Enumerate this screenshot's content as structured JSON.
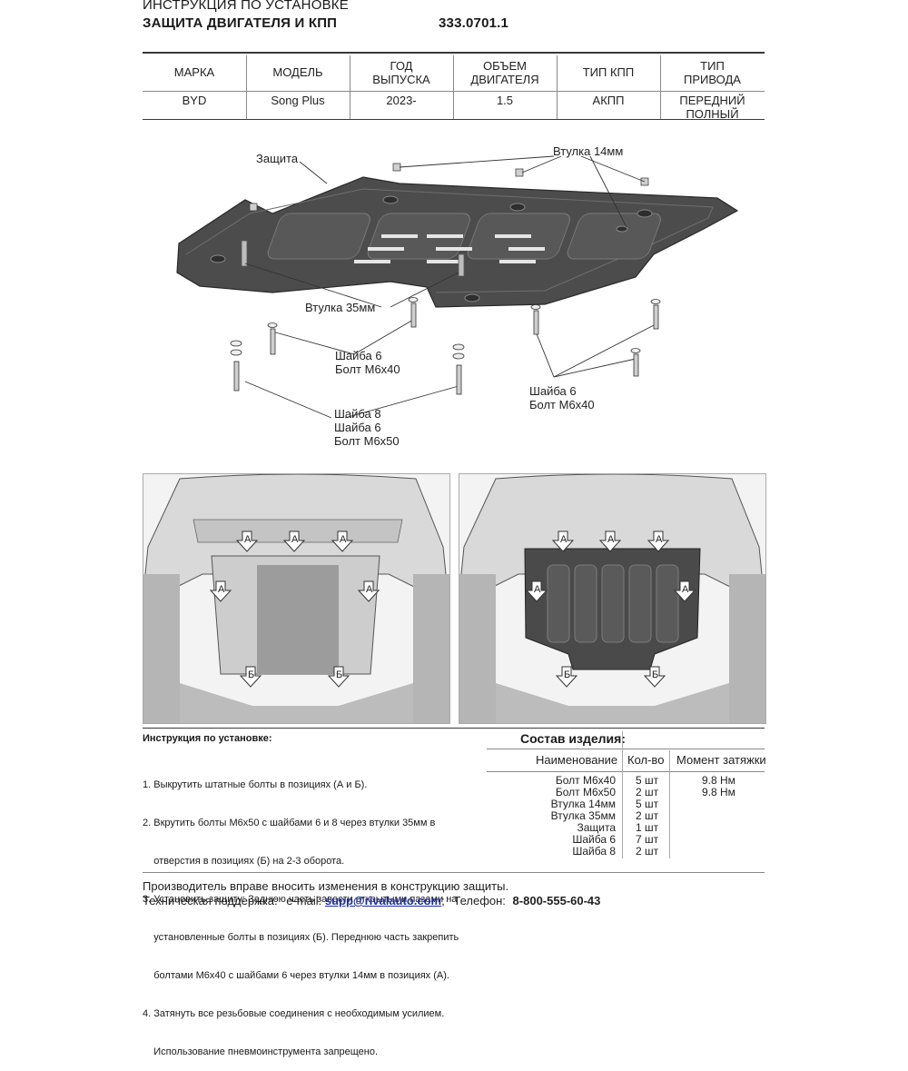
{
  "header": {
    "line1": "ИНСТРУКЦИЯ ПО УСТАНОВКЕ",
    "line2": "ЗАЩИТА ДВИГАТЕЛЯ И КПП",
    "part_number": "333.0701.1"
  },
  "spec_table": {
    "headers": [
      [
        "МАРКА"
      ],
      [
        "МОДЕЛЬ"
      ],
      [
        "ГОД",
        "ВЫПУСКА"
      ],
      [
        "ОБЪЕМ",
        "ДВИГАТЕЛЯ"
      ],
      [
        "ТИП КПП"
      ],
      [
        "ТИП",
        "ПРИВОДА"
      ]
    ],
    "row": [
      [
        "BYD"
      ],
      [
        "Song Plus"
      ],
      [
        "2023-"
      ],
      [
        "1.5"
      ],
      [
        "АКПП"
      ],
      [
        "ПЕРЕДНИЙ",
        "ПОЛНЫЙ"
      ]
    ]
  },
  "diagram_labels": {
    "guard": "Защита",
    "bushing14": "Втулка 14мм",
    "bushing35": "Втулка 35мм",
    "left_washer": "Шайба 6",
    "left_bolt": "Болт М6х40",
    "right_washer": "Шайба 6",
    "right_bolt": "Болт М6х40",
    "bottom_washer8": "Шайба 8",
    "bottom_washer6": "Шайба 6",
    "bottom_bolt": "Болт М6х50"
  },
  "photo_markers": {
    "a": "А",
    "b": "Б"
  },
  "instructions": {
    "title": "Инструкция по установке:",
    "steps": [
      "1. Выкрутить штатные болты в позициях (А и Б).",
      "2. Вкрутить болты М6х50 с шайбами 6 и 8 через втулки 35мм в",
      "    отверстия в позициях (Б) на 2-3 оборота.",
      "3. Установить защиту: Заднюю часть завести открытыми пазами на",
      "    установленные болты в позициях (Б). Переднюю часть закрепить",
      "    болтами М6х40 с шайбами 6 через втулки 14мм в позициях (А).",
      "4. Затянуть все резьбовые соединения с необходимым усилием.",
      "    Использование пневмоинструмента запрещено."
    ]
  },
  "composition": {
    "title": "Состав изделия:",
    "col_name": "Наименование",
    "col_qty": "Кол-во",
    "col_torque": "Момент затяжки",
    "rows": [
      {
        "name": "Болт М6х40",
        "qty": "5 шт",
        "torque": "9.8 Нм"
      },
      {
        "name": "Болт М6х50",
        "qty": "2 шт",
        "torque": "9.8 Нм"
      },
      {
        "name": "Втулка 14мм",
        "qty": "5 шт",
        "torque": ""
      },
      {
        "name": "Втулка 35мм",
        "qty": "2 шт",
        "torque": ""
      },
      {
        "name": "Защита",
        "qty": "1 шт",
        "torque": ""
      },
      {
        "name": "Шайба 6",
        "qty": "7 шт",
        "torque": ""
      },
      {
        "name": "Шайба 8",
        "qty": "2 шт",
        "torque": ""
      }
    ]
  },
  "footer": {
    "notice": "Производитель вправе вносить изменения в конструкцию защиты.",
    "support_label": "Техническая поддержка:",
    "email_label": "e-mail:",
    "email": "supp@rivalauto.com",
    "phone_label": "Телефон:",
    "phone": "8-800-555-60-43"
  },
  "colors": {
    "guard_dark": "#4a4a4a",
    "guard_mid": "#6b6b6b",
    "link": "#1f2f9a"
  }
}
